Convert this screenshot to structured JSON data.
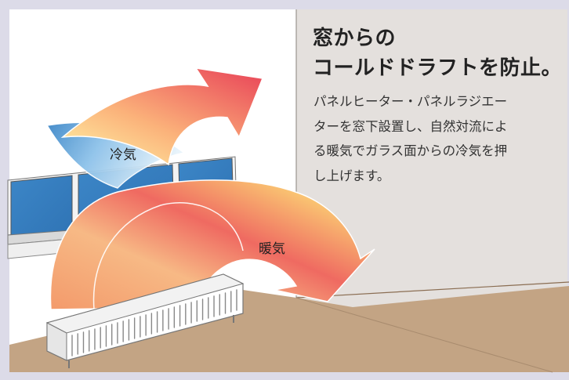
{
  "heading": {
    "line1": "窓からの",
    "line2": "コールドドラフトを防止。"
  },
  "description": {
    "line1": "パネルヒーター・パネルラジエー",
    "line2": "ターを窓下設置し、自然対流によ",
    "line3": "る暖気でガラス面からの冷気を押",
    "line4": "し上げます。"
  },
  "labels": {
    "cold": "冷気",
    "warm": "暖気"
  },
  "colors": {
    "frame_background": "#dcdbe8",
    "wall": "#e4e0dd",
    "floor": "#c3a484",
    "window_glass": "#3d87c8",
    "warm_red": "#e94a58",
    "warm_yellow": "#fff07a",
    "cold_blue": "#7ab6e6"
  }
}
